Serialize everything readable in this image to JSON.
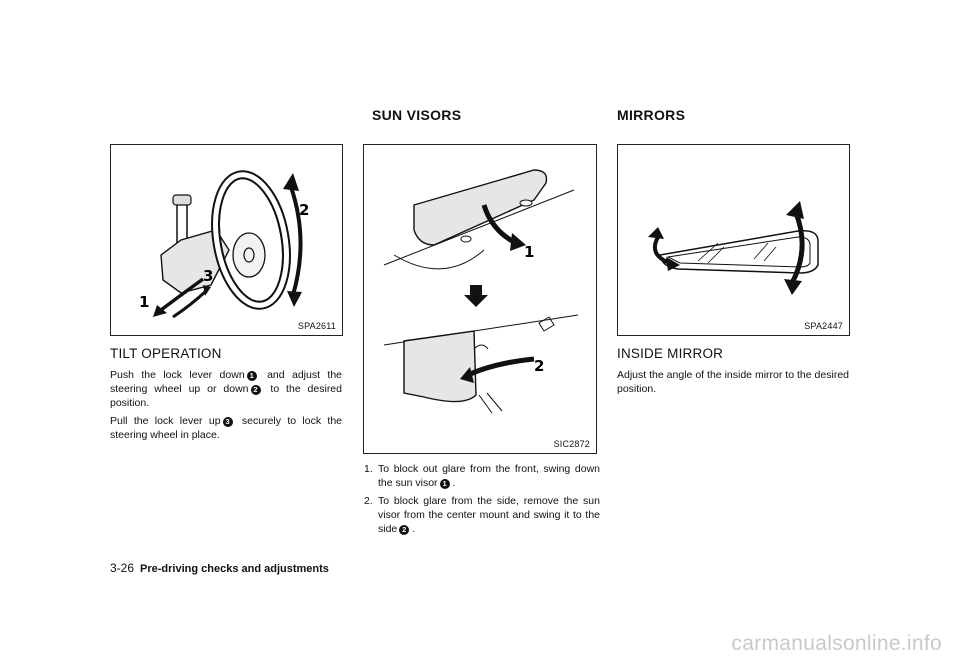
{
  "headings": {
    "sun_visors": "SUN VISORS",
    "mirrors": "MIRRORS"
  },
  "tilt": {
    "figure_code": "SPA2611",
    "title": "TILT OPERATION",
    "p1_a": "Push the lock lever down",
    "p1_b": "and adjust the steering wheel up or down",
    "p1_c": "to the desired position.",
    "p2_a": "Pull the lock lever up",
    "p2_b": "securely to lock the steering wheel in place.",
    "callouts": [
      "1",
      "2",
      "3"
    ]
  },
  "sun_visor": {
    "figure_code": "SIC2872",
    "callouts": [
      "1",
      "2"
    ],
    "items": [
      {
        "num": "1.",
        "text_a": "To block out glare from the front, swing down the sun visor",
        "text_b": "."
      },
      {
        "num": "2.",
        "text_a": "To block glare from the side, remove the sun visor from the center mount and swing it to the side",
        "text_b": "."
      }
    ]
  },
  "mirror": {
    "figure_code": "SPA2447",
    "title": "INSIDE MIRROR",
    "text": "Adjust the angle of the inside mirror to the desired position."
  },
  "footer": {
    "page": "3-26",
    "title": "Pre-driving checks and adjustments"
  },
  "watermark": "carmanualsonline.info"
}
